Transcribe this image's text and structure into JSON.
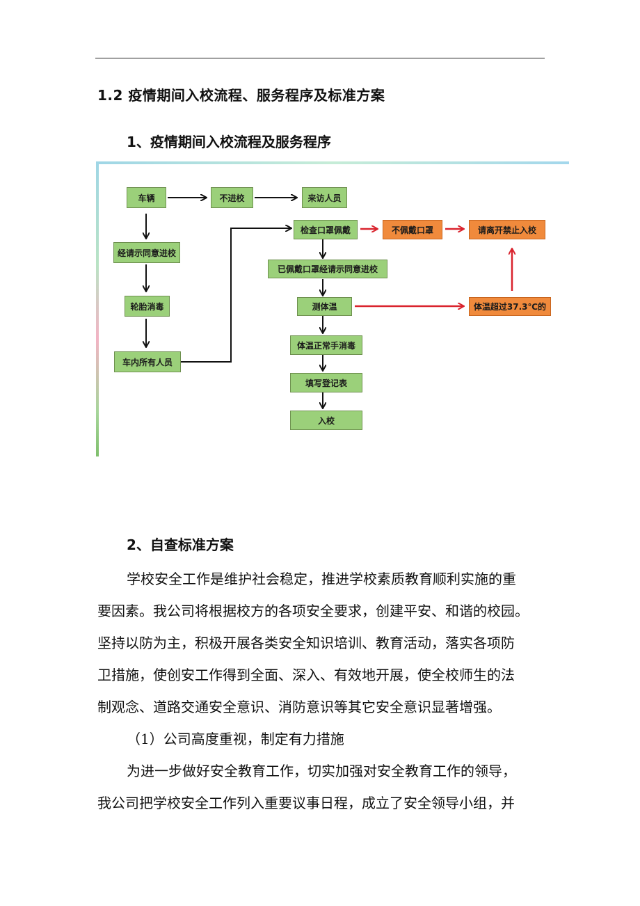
{
  "section_title": "1.2 疫情期间入校流程、服务程序及标准方案",
  "subsection_1": "1、疫情期间入校流程及服务程序",
  "flowchart": {
    "car": "车辆",
    "no_entry": "不进校",
    "visitor": "来访人员",
    "check_mask": "检查口罩佩戴",
    "no_mask": "不佩戴口罩",
    "leave": "请离开禁止入校",
    "approved_car": "经请示同意进校",
    "approved_mask": "已佩戴口罩经请示同意进校",
    "tire_disinfect": "轮胎消毒",
    "temp": "测体温",
    "over_temp": "体温超过37.3℃的",
    "all_people": "车内所有人员",
    "normal_temp": "体温正常手消毒",
    "register": "填写登记表",
    "enter": "入校"
  },
  "subsection_2": "2、自查标准方案",
  "body_lines": [
    "学校安全工作是维护社会稳定，推进学校素质教育顺利实施的重",
    "要因素。我公司将根据校方的各项安全要求，创建平安、和谐的校园。",
    "坚持以防为主，积极开展各类安全知识培训、教育活动，落实各项防",
    "卫措施，使创安工作得到全面、深入、有效地开展，使全校师生的法",
    "制观念、道路交通安全意识、消防意识等其它安全意识显著增强。",
    "（1）公司高度重视，制定有力措施",
    "为进一步做好安全教育工作，切实加强对安全教育工作的领导，",
    "我公司把学校安全工作列入重要议事日程，成立了安全领导小组，并"
  ],
  "colors": {
    "green_box": "#9bd07a",
    "orange_box": "#f08a3c",
    "red_arrow": "#d9232d"
  }
}
